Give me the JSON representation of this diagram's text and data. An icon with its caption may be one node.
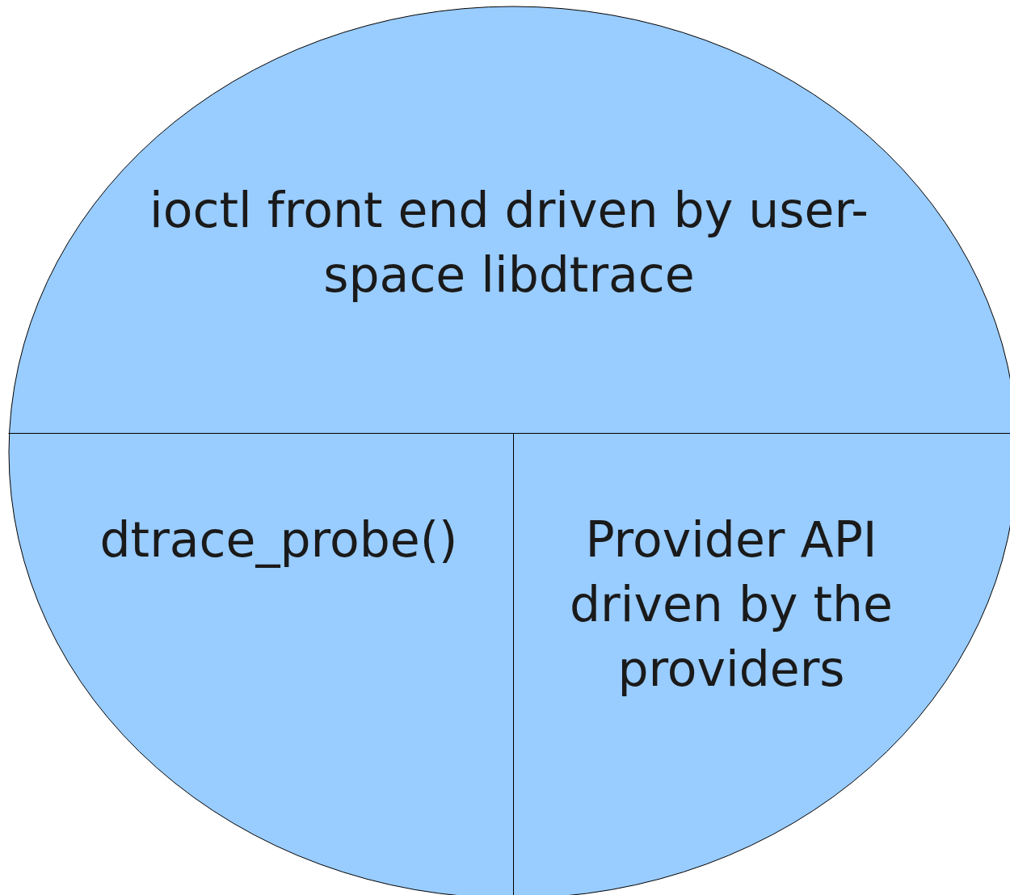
{
  "diagram": {
    "nodes": [
      {
        "text": [
          "ioctl front end driven by user-space libdtrace"
        ]
      },
      {
        "text": [
          "dtrace_probe()"
        ]
      },
      {
        "text": [
          "Provider API driven by the providers"
        ]
      }
    ]
  }
}
